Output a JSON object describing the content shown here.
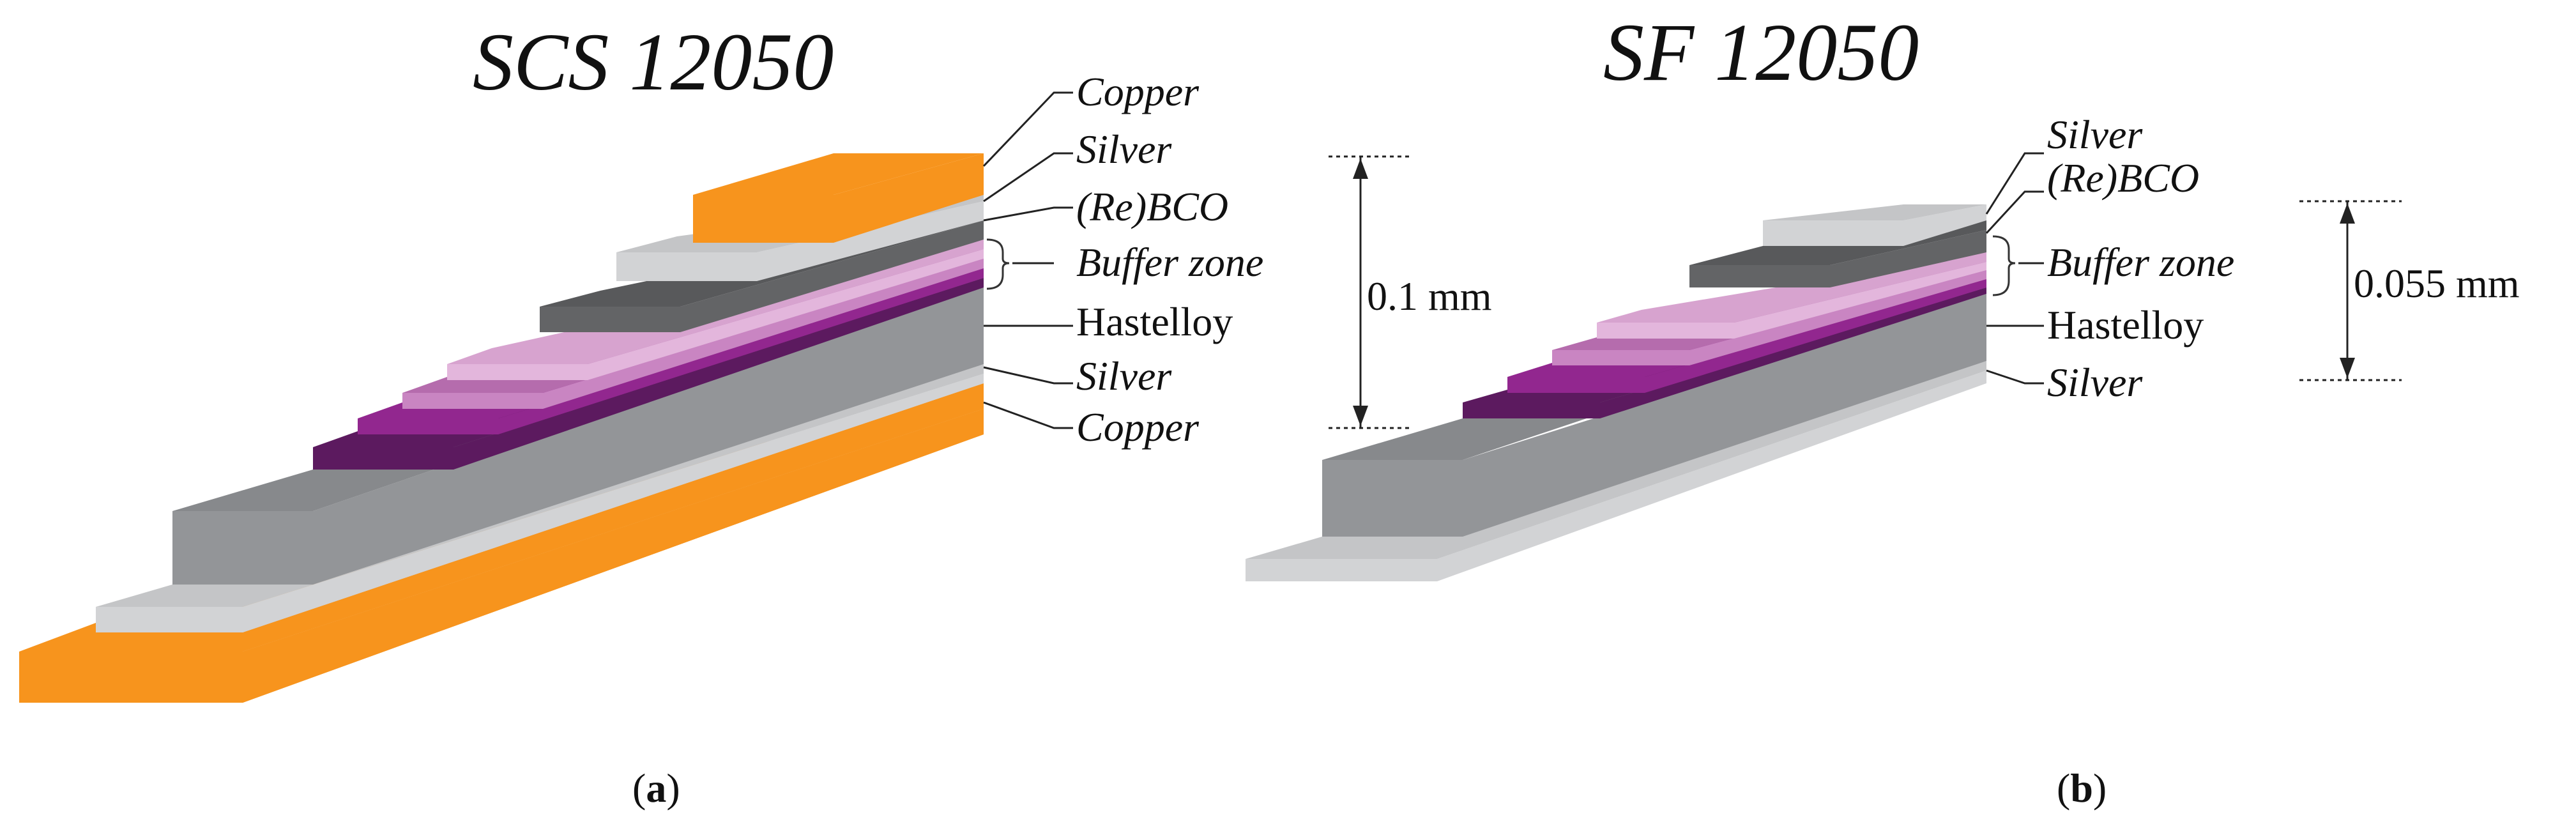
{
  "panel_a": {
    "title": "SCS 12050",
    "layers_top": [
      "Copper",
      "Silver",
      "(Re)BCO",
      "Buffer zone",
      "Hastelloy",
      "Silver",
      "Copper"
    ],
    "thickness": "0.1 mm",
    "caption_letter": "a"
  },
  "panel_b": {
    "title": "SF 12050",
    "layers_top": [
      "Silver",
      "(Re)BCO",
      "Buffer zone",
      "Hastelloy",
      "Silver"
    ],
    "thickness": "0.055 mm",
    "caption_letter": "b"
  },
  "colors": {
    "copper": "#f7941d",
    "copper_dark": "#e08410",
    "silver": "#d2d3d5",
    "silver_dark": "#b9babc",
    "rebco": "#636466",
    "hastelloy": "#939598",
    "hastelloy_dark": "#7c7e81",
    "buffer_1": "#e3b6dc",
    "buffer_2": "#c985c2",
    "buffer_3": "#92278f",
    "buffer_4": "#5c1a5f"
  }
}
